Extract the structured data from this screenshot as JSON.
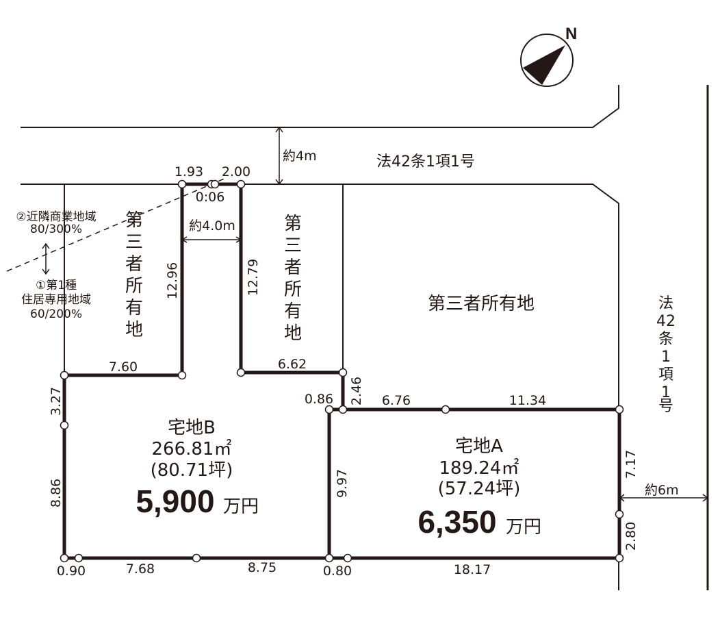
{
  "compass": {
    "label": "N"
  },
  "road_top": {
    "label": "法42条1項1号",
    "width": "約4m"
  },
  "road_right": {
    "label_chars": [
      "法",
      "42",
      "条",
      "1",
      "項",
      "1",
      "号"
    ],
    "width": "約6m"
  },
  "zoning": {
    "upper": {
      "line1": "②近隣商業地域",
      "line2": "80/300%"
    },
    "lower": {
      "line1": "①第1種",
      "line2": "住居専用地域",
      "line3": "60/200%"
    }
  },
  "third_party": {
    "left_chars": [
      "第",
      "三",
      "者",
      "所",
      "有",
      "地"
    ],
    "middle_chars": [
      "第",
      "三",
      "者",
      "所",
      "有",
      "地"
    ],
    "right": "第三者所有地"
  },
  "lots": {
    "B": {
      "name": "宅地B",
      "area_m2": "266.81㎡",
      "area_tsubo": "(80.71坪)",
      "price": "5,900",
      "unit": "万円"
    },
    "A": {
      "name": "宅地A",
      "area_m2": "189.24㎡",
      "area_tsubo": "(57.24坪)",
      "price": "6,350",
      "unit": "万円"
    }
  },
  "dimensions": {
    "top_1": "1.93",
    "top_2": "2.00",
    "top_3": "0:06",
    "passage_width": "約4.0m",
    "left_pass": "12.96",
    "right_pass": "12.79",
    "b_top_left": "7.60",
    "b_top_mid": "6.62",
    "b_left_top": "3.27",
    "b_left_bottom": "8.86",
    "step_v": "2.46",
    "step_h": "0.86",
    "a_top_1": "6.76",
    "a_top_2": "11.34",
    "a_right_1": "7.17",
    "a_right_2": "2.80",
    "divider": "9.97",
    "bottom_1": "0.90",
    "bottom_2": "7.68",
    "bottom_3": "8.75",
    "bottom_4": "0.80",
    "bottom_5": "18.17"
  }
}
